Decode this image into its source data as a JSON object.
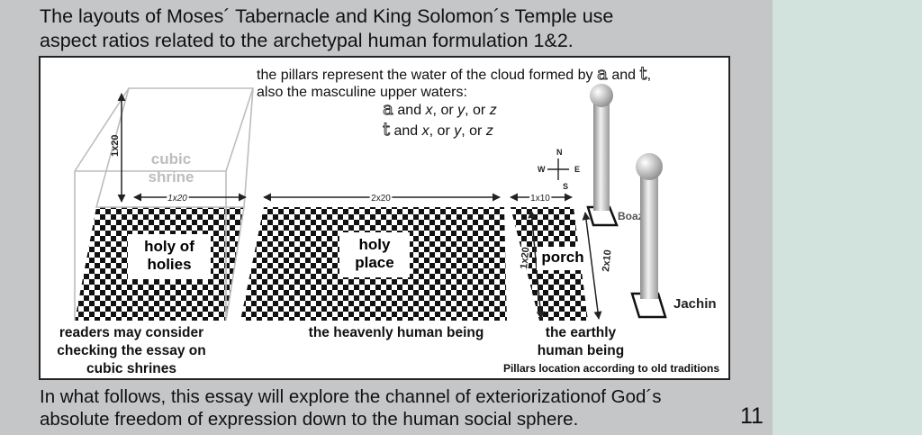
{
  "heading": {
    "line1": "The layouts of Moses´ Tabernacle and King Solomon´s Temple use",
    "line2": "aspect ratios related to the archetypal human formulation 1&2."
  },
  "diagram": {
    "caption": {
      "line1_text": "the pillars represent the water of the cloud formed by",
      "letter_a": "a",
      "and": "and",
      "letter_t": "t",
      "comma": ",",
      "line2": "also the masculine upper waters:",
      "var_x": "x",
      "var_y": "y",
      "var_z": "z",
      "and_word": "and",
      "or_word": "or"
    },
    "shrine": {
      "label_line1": "cubic",
      "label_line2": "shrine",
      "height_dim": "1x20",
      "width_dim": "1x20"
    },
    "dims": {
      "holy_place": "2x20",
      "porch_width": "1x10",
      "porch_left": "1x20",
      "porch_right": "2x10"
    },
    "rooms": {
      "holy_of_holies": {
        "line1": "holy of",
        "line2": "holies"
      },
      "holy_place": {
        "line1": "holy",
        "line2": "place"
      },
      "porch": "porch"
    },
    "compass": {
      "n": "N",
      "s": "S",
      "e": "E",
      "w": "W"
    },
    "pillars": {
      "left": "Boaz",
      "right": "Jachin"
    },
    "bottom_labels": {
      "left": [
        "readers may consider",
        "checking the essay on",
        "cubic shrines"
      ],
      "middle": "the heavenly human being",
      "right": [
        "the earthly",
        "human being"
      ]
    },
    "note": "Pillars location according to old traditions"
  },
  "footer": {
    "line1": "In what follows, this essay will explore the channel of exteriorizationof God´s",
    "line2": "absolute freedom of expression down to the human social sphere."
  },
  "page_number": "11",
  "colors": {
    "slide_bg": "#c5c6c7",
    "side_panel": "#d1e3dc",
    "checker_dark": "#111111",
    "shrine_lines": "#bdbdbd"
  }
}
